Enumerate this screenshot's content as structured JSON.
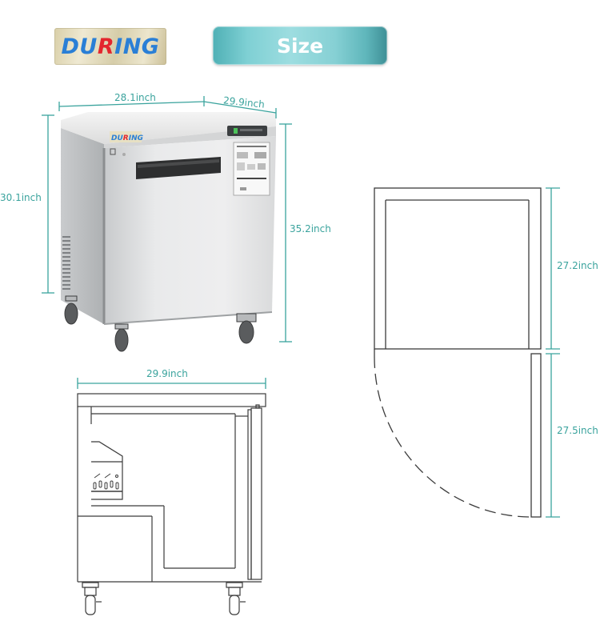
{
  "brand": {
    "logo_prefix": "DU",
    "logo_r": "R",
    "logo_suffix": "ING",
    "colors": {
      "blue": "#2a7fd6",
      "red": "#e3262e"
    }
  },
  "banner": {
    "title": "Size",
    "color": "#7fd0d4"
  },
  "product_photo": {
    "label": "stainless steel undercounter refrigerator with casters",
    "badge_text": "DURING",
    "dimensions": {
      "width": "28.1inch",
      "depth": "29.9inch",
      "cabinet_height": "30.1inch",
      "total_height": "35.2inch"
    }
  },
  "side_view": {
    "label": "side cutaway drawing",
    "dimensions": {
      "depth": "29.9inch"
    }
  },
  "top_view": {
    "label": "top view with door swing",
    "dimensions": {
      "cabinet_depth": "27.2inch",
      "door_swing": "27.5inch"
    }
  },
  "accent_color": "#3aa39d"
}
